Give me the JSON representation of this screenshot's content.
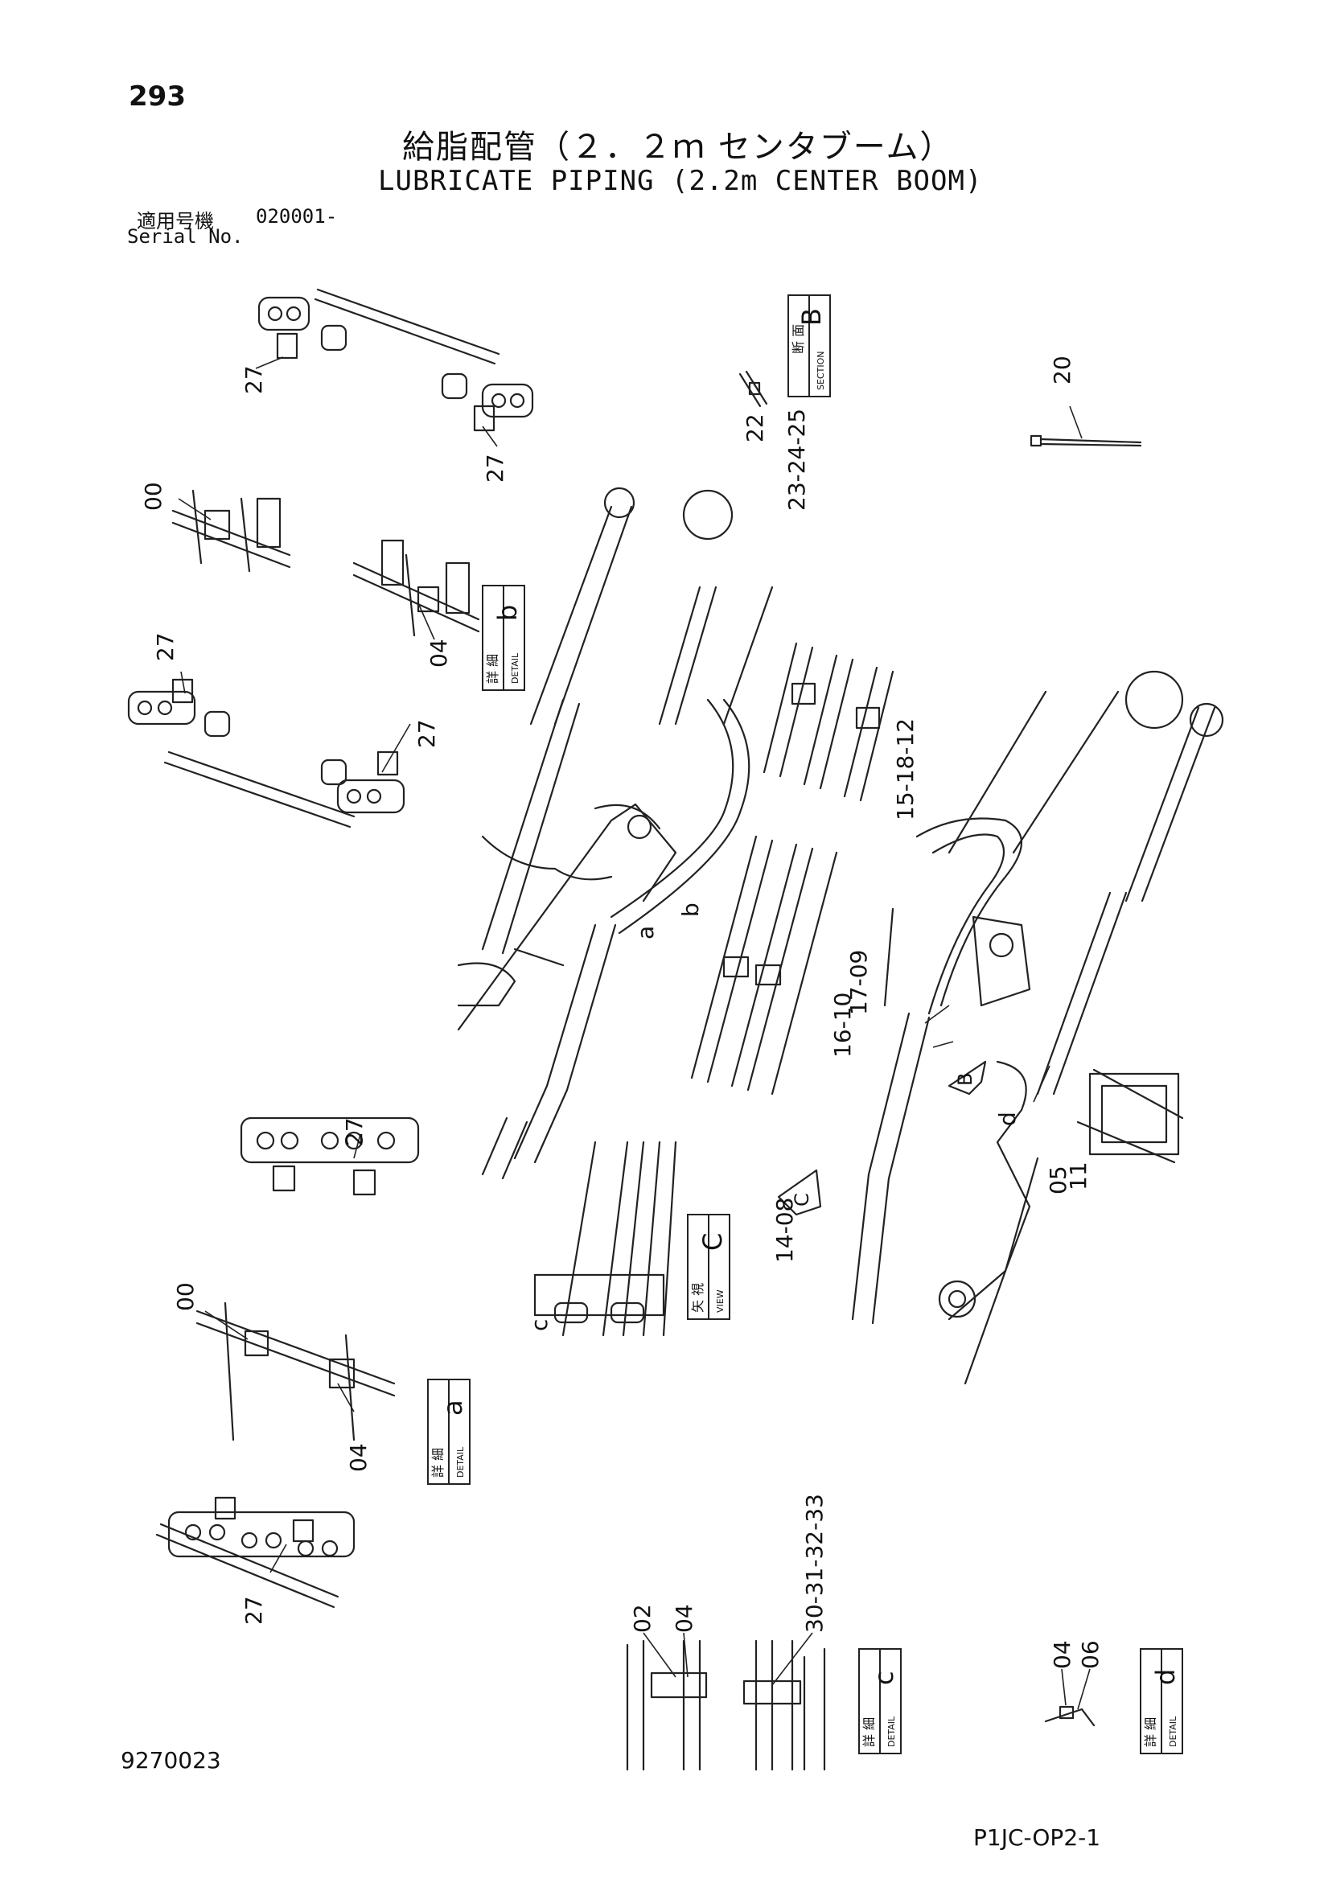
{
  "header": {
    "page_number": "293",
    "title_jp": "給脂配管（２．２ｍ センタブーム）",
    "title_en": "LUBRICATE PIPING (2.2m CENTER BOOM)",
    "serial_label_jp": "適用号機",
    "serial_value": "020001-",
    "serial_label_en": "Serial No."
  },
  "footer": {
    "doc_id": "9270023",
    "sheet_code": "P1JC-OP2-1"
  },
  "callouts": {
    "section_b": {
      "jp": "断 面",
      "en": "SECTION",
      "letter": "B"
    },
    "detail_b": {
      "jp": "詳 細",
      "en": "DETAIL",
      "letter": "b"
    },
    "view_c": {
      "jp": "矢 視",
      "en": "VIEW",
      "letter": "C"
    },
    "detail_a": {
      "jp": "詳 細",
      "en": "DETAIL",
      "letter": "a"
    },
    "detail_c": {
      "jp": "詳 細",
      "en": "DETAIL",
      "letter": "c"
    },
    "detail_d": {
      "jp": "詳 細",
      "en": "DETAIL",
      "letter": "d"
    }
  },
  "part_labels": {
    "p27_a": "27",
    "p27_b": "27",
    "p27_c": "27",
    "p27_d": "27",
    "p27_e": "27",
    "p27_f": "27",
    "p00_a": "00",
    "p00_b": "00",
    "p04_b": "04",
    "p04_a": "04",
    "p04_c": "04",
    "p04_d": "04",
    "p22": "22",
    "p23_25": "23-24-25",
    "p20": "20",
    "p15_18_12": "15-18-12",
    "p17_09": "17-09",
    "p16_10": "16-10",
    "p05": "05",
    "p11": "11",
    "p14_08": "14-08",
    "p02": "02",
    "p30_33": "30-31-32-33",
    "p06": "06",
    "letter_a": "a",
    "letter_b": "b",
    "letter_c": "c",
    "letter_d": "d",
    "arrow_b": "B",
    "arrow_c": "C"
  }
}
